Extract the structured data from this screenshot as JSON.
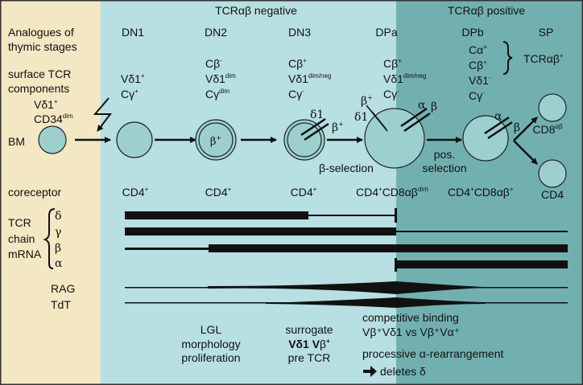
{
  "colors": {
    "bone_marrow": "#f3e7c4",
    "tcr_negative": "#b8dfe2",
    "tcr_positive": "#72b0b0",
    "cell": "#9dcfcf"
  },
  "header": {
    "negative": "TCRαβ negative",
    "positive": "TCRαβ positive"
  },
  "row_labels": {
    "stages": [
      "Analogues of",
      "thymic stages"
    ],
    "surface": [
      "surface TCR",
      "components"
    ],
    "bm": "BM",
    "coreceptor": "coreceptor",
    "mrna": [
      "TCR",
      "chain",
      "mRNA"
    ],
    "chains": [
      "δ",
      "γ",
      "β",
      "α"
    ],
    "rag": "RAG",
    "tdt": "TdT"
  },
  "stages": [
    "DN1",
    "DN2",
    "DN3",
    "DPa",
    "DPb",
    "SP"
  ],
  "bm_markers": [
    {
      "base": "Vδ1",
      "sup": "+"
    },
    {
      "base": "CD34",
      "sup": "dim"
    }
  ],
  "surface": {
    "dn1": [
      {
        "base": "Vδ1",
        "sup": "+"
      },
      {
        "base": "Cγ",
        "sup": "+"
      }
    ],
    "dn2": [
      {
        "base": "Cβ",
        "sup": "-"
      },
      {
        "base": "Vδ1",
        "sup": "dim"
      },
      {
        "base": "Cγ",
        "sup": "dim"
      }
    ],
    "dn3": [
      {
        "base": "Cβ",
        "sup": "+"
      },
      {
        "base": "Vδ1",
        "sup": "dim/neg"
      },
      {
        "base": "Cγ",
        "sup": "-"
      }
    ],
    "dpa": [
      {
        "base": "Cβ",
        "sup": "+"
      },
      {
        "base": "Vδ1",
        "sup": "dim/neg"
      },
      {
        "base": "Cγ",
        "sup": "-"
      }
    ],
    "dpb": [
      {
        "base": "Cα",
        "sup": "+"
      },
      {
        "base": "Cβ",
        "sup": "+"
      },
      {
        "base": "Vδ1",
        "sup": "-"
      },
      {
        "base": "Cγ",
        "sup": "-"
      }
    ],
    "sp": {
      "base": "TCRαβ",
      "sup": "+"
    }
  },
  "cell_labels": {
    "dn2": {
      "base": "β",
      "sup": "+"
    },
    "dn3": {
      "delta": "δ1",
      "beta": {
        "base": "β",
        "sup": "+"
      }
    },
    "dpa": {
      "beta": {
        "base": "β",
        "sup": "+"
      },
      "delta": "δ1",
      "alpha": "α",
      "beta2": "β"
    },
    "dpb": {
      "alpha": "α",
      "beta": "β"
    },
    "cd8": {
      "base": "CD8",
      "sup": "αβ"
    },
    "cd4": "CD4"
  },
  "transitions": {
    "beta_selection": "β-selection",
    "pos_selection": [
      "pos.",
      "selection"
    ]
  },
  "coreceptor": [
    {
      "base": "CD4",
      "sup": "+"
    },
    {
      "base": "CD4",
      "sup": "+"
    },
    {
      "base": "CD4",
      "sup": "+"
    },
    {
      "a": "CD4",
      "sa": "+",
      "b": "CD8αβ",
      "sb": "dim"
    },
    {
      "a": "CD4",
      "sa": "+",
      "b": "CD8αβ",
      "sb": "+"
    }
  ],
  "notes": {
    "lgl": [
      "LGL",
      "morphology",
      "proliferation"
    ],
    "surrogate": {
      "l1": "surrogate",
      "l2a": "Vδ1 V",
      "l2b": "β",
      "l2sup": "+",
      "l3": "pre TCR"
    },
    "competitive": {
      "l1": "competitive binding",
      "l2": "Vβ⁺Vδ1 vs Vβ⁺Vα⁺"
    },
    "processive": {
      "l1": "processive α-rearrangement",
      "l2": "deletes δ"
    }
  }
}
